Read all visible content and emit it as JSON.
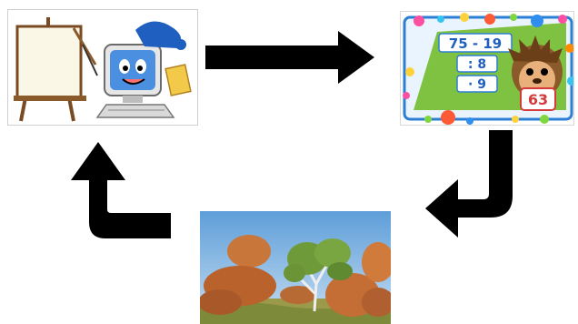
{
  "diagram": {
    "type": "cycle",
    "steps": [
      {
        "id": "teacher-computer",
        "picture": "cartoon computer teacher beside easel board"
      },
      {
        "id": "math-game",
        "picture": "math chain card with hedgehog"
      },
      {
        "id": "nature-photo",
        "picture": "balanced boulders with tree"
      }
    ]
  },
  "math_card": {
    "expression": "75 - 19",
    "step1": ": 8",
    "step2": "· 9",
    "answer": "63"
  },
  "colors": {
    "arrow": "#000000",
    "card_border": "#2b7fd4",
    "card_green": "#7fc241",
    "sky": "#7fb3e3",
    "rock": "#c8763a"
  }
}
